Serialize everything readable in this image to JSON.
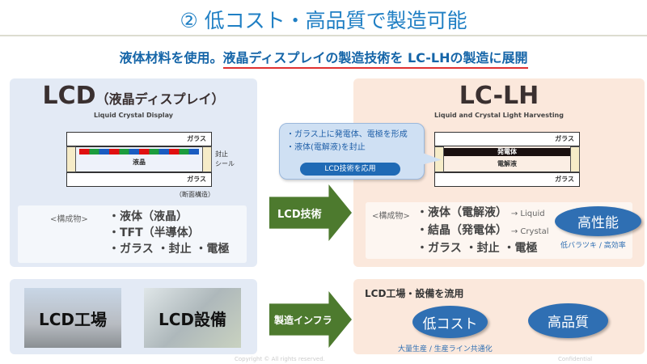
{
  "header": {
    "title": "② 低コスト・高品質で製造可能",
    "subtitle_plain": "液体材料を使用。",
    "subtitle_underlined": "液晶ディスプレイの製造技術を LC-LHの製造に展開"
  },
  "lcd": {
    "title": "LCD",
    "title_jp": "（液晶ディスプレイ）",
    "full_name": "Liquid Crystal Display",
    "glass_top": "ガラス",
    "glass_bottom": "ガラス",
    "liquid_crystal": "液晶",
    "seal": "封止\nシール",
    "cross_section": "（断面構造）",
    "components_label": "<構成物>",
    "components": [
      "・液体（液晶）",
      "・TFT（半導体）",
      "・ガラス ・封止 ・電極"
    ]
  },
  "lclh": {
    "title": "LC-LH",
    "full_name": "Liquid and Crystal Light Harvesting",
    "glass_top": "ガラス",
    "glass_bottom": "ガラス",
    "generator": "発電体",
    "electrolyte": "電解液",
    "components_label": "<構成物>",
    "components": [
      "・液体（電解液）",
      "・結晶（発電体）",
      "・ガラス ・封止 ・電極"
    ],
    "component_notes": [
      "→ Liquid",
      "→ Crystal"
    ],
    "performance": "高性能",
    "performance_note": "低バラツキ / 高効率"
  },
  "callout": {
    "lines": [
      "・ガラス上に発電体、電極を形成",
      "・液体(電解液)を封止"
    ],
    "button": "LCD技術を応用"
  },
  "arrows": {
    "tech": "LCD技術",
    "infra": "製造インフラ"
  },
  "infra": {
    "factory": "LCD工場",
    "equipment": "LCD設備",
    "reuse_title": "LCD工場・設備を流用",
    "low_cost": "低コスト",
    "high_quality": "高品質",
    "note": "大量生産 / 生産ライン共通化"
  },
  "footer": {
    "copyright": "Copyright © All rights reserved.",
    "confidential": "Confidential"
  },
  "colors": {
    "title": "#1f7fc4",
    "arrow": "#4d7a2e",
    "oval": "#2f6fb3",
    "underline": "#e03030"
  }
}
